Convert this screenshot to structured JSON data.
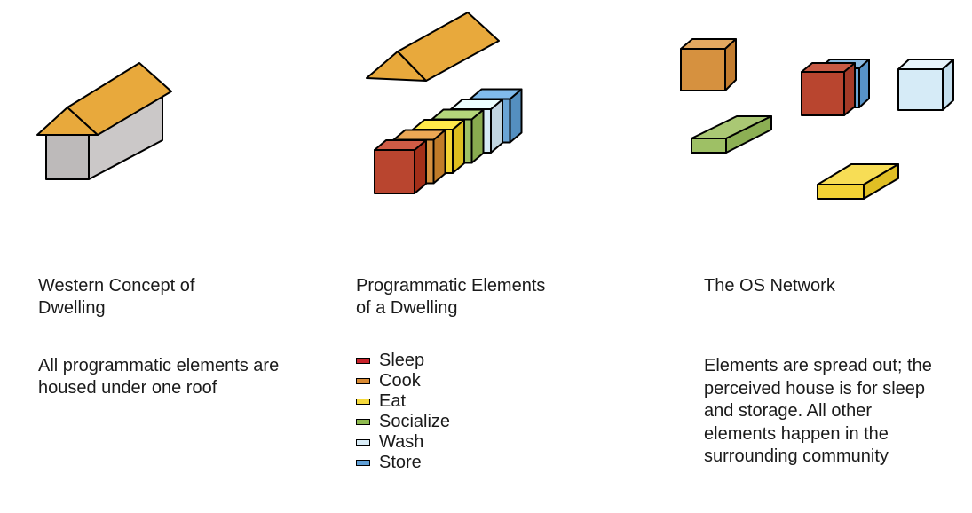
{
  "columns": [
    {
      "title": "Western Concept of\nDwelling",
      "description": "All programmatic elements are housed under one roof"
    },
    {
      "title": "Programmatic Elements\nof a Dwelling",
      "legend": [
        {
          "label": "Sleep",
          "color": "#c8232b"
        },
        {
          "label": "Cook",
          "color": "#d98a33"
        },
        {
          "label": "Eat",
          "color": "#f5d93c"
        },
        {
          "label": "Socialize",
          "color": "#8fba4f"
        },
        {
          "label": "Wash",
          "color": "#d9ecf7"
        },
        {
          "label": "Store",
          "color": "#5f9fd6"
        }
      ]
    },
    {
      "title": "The OS Network",
      "description": "Elements are spread out; the perceived house is for sleep and storage. All other elements happen in the surrounding community"
    }
  ],
  "colors": {
    "roof": "#e8a93c",
    "house_wall": "#bfbcbc",
    "sleep_block": "#b9452f",
    "cook_block": "#d6913f",
    "eat_block": "#f3d334",
    "socialize_block": "#9ec065",
    "wash_block": "#d6ebf7",
    "store_block": "#6aa5d6"
  }
}
